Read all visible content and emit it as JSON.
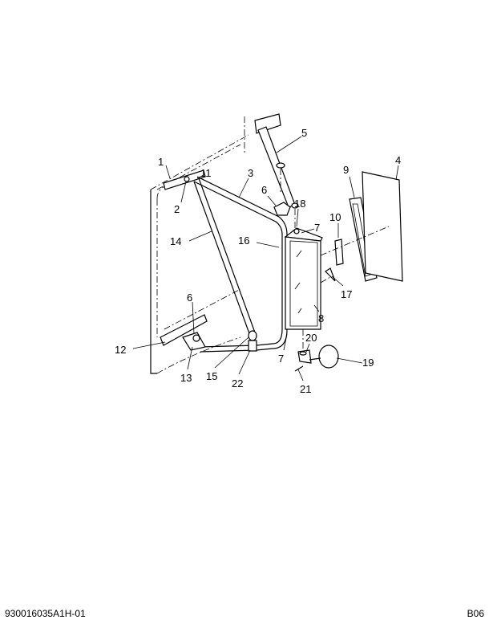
{
  "diagram": {
    "callouts": [
      "1",
      "2",
      "3",
      "4",
      "5",
      "6",
      "6",
      "7",
      "7",
      "8",
      "9",
      "10",
      "11",
      "12",
      "13",
      "14",
      "15",
      "16",
      "17",
      "18",
      "19",
      "20",
      "21",
      "22"
    ]
  },
  "footer": {
    "drawing_id": "930016035A1H-01",
    "page_code": "B06"
  }
}
